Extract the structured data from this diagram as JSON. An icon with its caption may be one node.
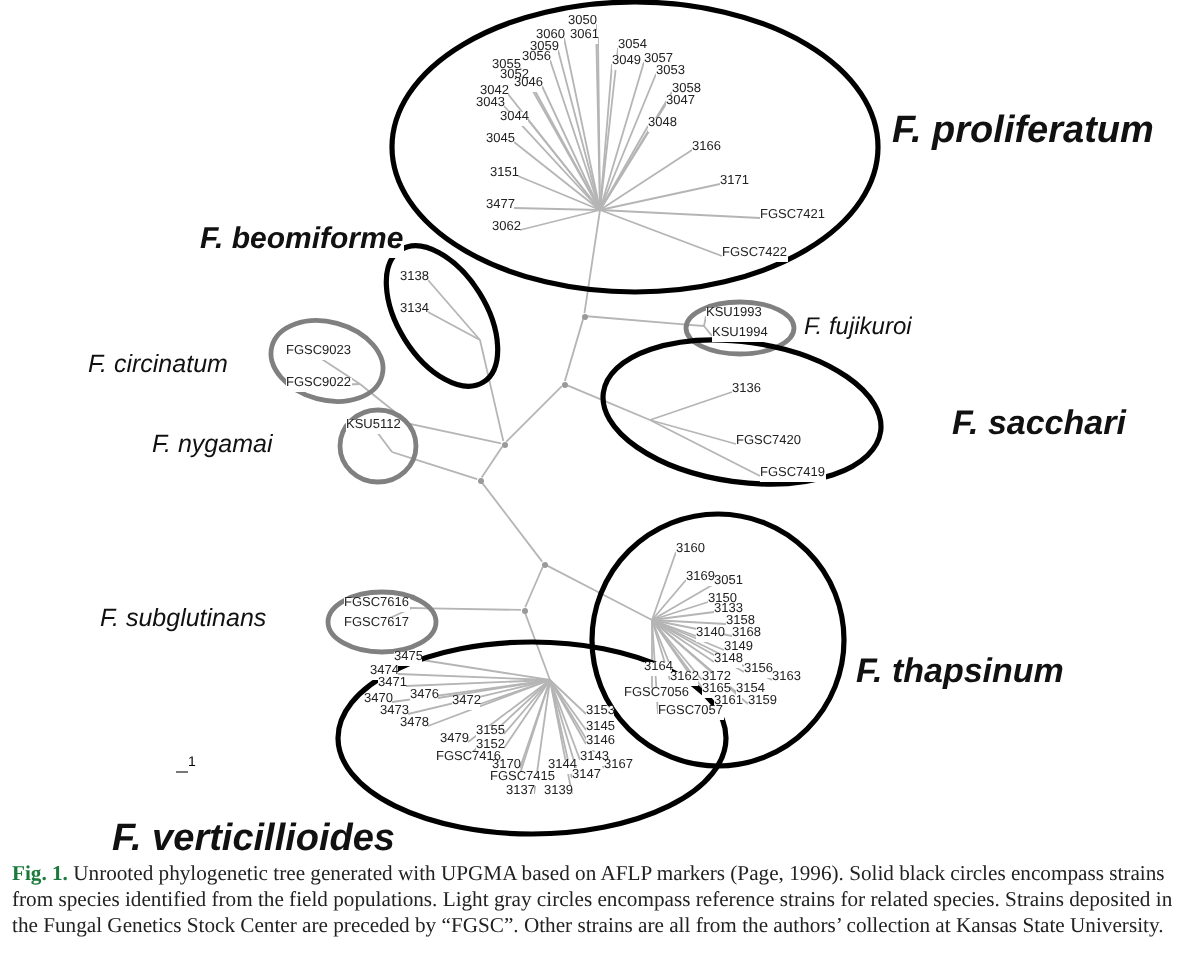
{
  "diagram": {
    "caption": "**Fig. 1.** Unrooted phylogenetic tree generated with UPGMA based on AFLP markers (Page, 1996). Solid black circles encompass strains from species identified from the field populations. Light gray circles encompass reference strains for related species. Strains deposited in the Fungal Genetics Stock Center are preceded by “FGSC”. Other strains are all from the authors’ collection at Kansas State University.",
    "nodes": [
      {
        "text": [
          "F. proliferatum",
          "3050",
          "3060",
          "3061",
          "3054",
          "3059",
          "3056",
          "3055",
          "3052",
          "3046",
          "3049",
          "3057",
          "3053",
          "3042",
          "3043",
          "3058",
          "3047",
          "3044",
          "3048",
          "3045",
          "3166",
          "3151",
          "3171",
          "3477",
          "FGSC7421",
          "FGSC7422",
          "3062"
        ]
      },
      {
        "text": [
          "F. beomiforme",
          "3138",
          "3134"
        ]
      },
      {
        "text": [
          "F. fujikuroi",
          "KSU1993",
          "KSU1994"
        ]
      },
      {
        "text": [
          "F. circinatum",
          "FGSC9023",
          "FGSC9022"
        ]
      },
      {
        "text": [
          "F. sacchari",
          "3136",
          "FGSC7420",
          "FGSC7419"
        ]
      },
      {
        "text": [
          "F. nygamai",
          "KSU5112"
        ]
      },
      {
        "text": [
          "F. thapsinum",
          "3160",
          "3169",
          "3051",
          "3150",
          "3133",
          "3158",
          "3140",
          "3168",
          "3149",
          "3148",
          "3164",
          "3162",
          "3172",
          "3156",
          "3163",
          "3165",
          "3154",
          "FGSC7056",
          "3161",
          "3159",
          "FGSC7057"
        ]
      },
      {
        "text": [
          "F. subglutinans",
          "FGSC7616",
          "FGSC7617"
        ]
      },
      {
        "text": [
          "3475",
          "3474",
          "3471",
          "3476",
          "3470",
          "3473",
          "3472",
          "3478",
          "3155",
          "3153",
          "3479",
          "3152",
          "3145",
          "3146",
          "FGSC7416",
          "3143",
          "3170",
          "3144",
          "3167",
          "FGSC7415",
          "3147",
          "3137",
          "3139",
          "F. verticillioides"
        ]
      },
      {
        "text": [],
        "shape": "point"
      },
      {
        "text": [],
        "shape": "point"
      },
      {
        "text": [],
        "shape": "point"
      },
      {
        "text": [],
        "shape": "point"
      },
      {
        "text": [],
        "shape": "point"
      },
      {
        "text": [],
        "shape": "point"
      }
    ],
    "edges": [
      {
        "from": 9,
        "to": 0,
        "arrow": "none"
      },
      {
        "from": 9,
        "to": 2,
        "arrow": "none"
      },
      {
        "from": 9,
        "to": 10,
        "arrow": "none"
      },
      {
        "from": 10,
        "to": 4,
        "arrow": "none"
      },
      {
        "from": 10,
        "to": 11,
        "arrow": "none"
      },
      {
        "from": 11,
        "to": 1,
        "arrow": "none"
      },
      {
        "from": 11,
        "to": 3,
        "arrow": "none"
      },
      {
        "from": 11,
        "to": 12,
        "arrow": "none"
      },
      {
        "from": 12,
        "to": 5,
        "arrow": "none"
      },
      {
        "from": 12,
        "to": 13,
        "arrow": "none"
      },
      {
        "from": 13,
        "to": 6,
        "arrow": "none"
      },
      {
        "from": 13,
        "to": 14,
        "arrow": "none"
      },
      {
        "from": 14,
        "to": 7,
        "arrow": "none"
      },
      {
        "from": 14,
        "to": 8,
        "arrow": "none"
      }
    ],
    "labels": [
      "1"
    ]
  }
}
